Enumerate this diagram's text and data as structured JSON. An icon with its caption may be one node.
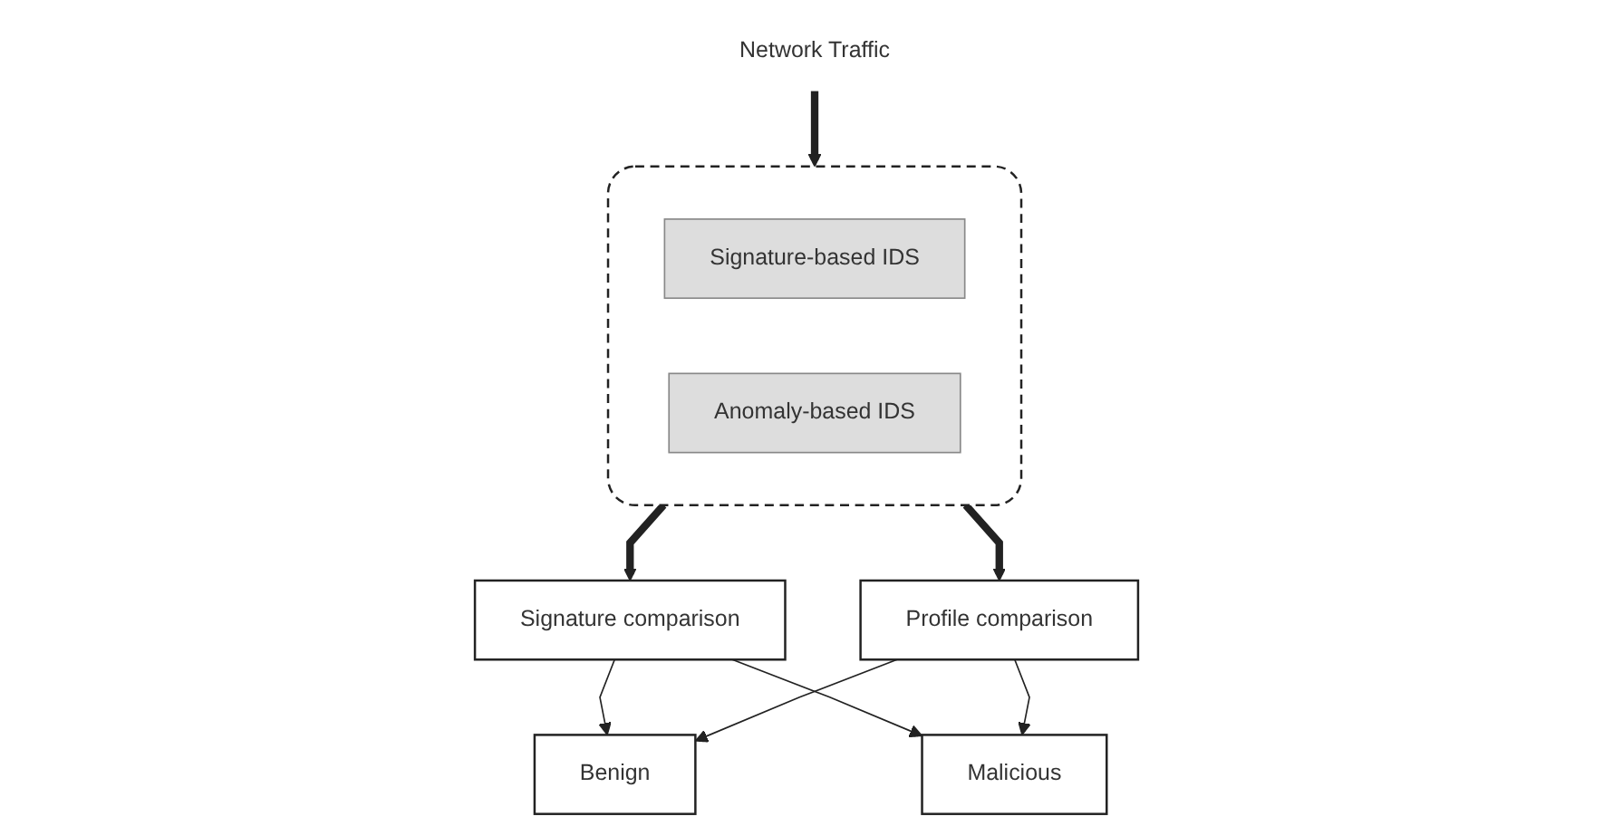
{
  "diagram": {
    "nodes": [
      {
        "text": [
          "Signature comparison"
        ]
      },
      {
        "text": [
          "Benign"
        ]
      },
      {
        "text": [
          "Network Traffic"
        ]
      },
      {
        "text": [],
        "shape": "box"
      },
      {
        "text": [
          "Signature-based IDS"
        ],
        "in": 3
      },
      {
        "text": [
          "Anomaly-based IDS"
        ],
        "in": 3
      },
      {
        "text": [
          "Malicious"
        ]
      },
      {
        "text": [
          "Profile comparison"
        ]
      }
    ],
    "edges": [
      {
        "from": 2,
        "to": 3,
        "arrow": "to",
        "style": "thick"
      },
      {
        "from": 3,
        "to": 0,
        "arrow": "to",
        "style": "thick"
      },
      {
        "from": 3,
        "to": 7,
        "arrow": "to",
        "style": "thick"
      },
      {
        "from": 0,
        "to": 1,
        "arrow": "to"
      },
      {
        "from": 0,
        "to": 6,
        "arrow": "to"
      },
      {
        "from": 7,
        "to": 1,
        "arrow": "to"
      },
      {
        "from": 7,
        "to": 6,
        "arrow": "to"
      }
    ]
  }
}
